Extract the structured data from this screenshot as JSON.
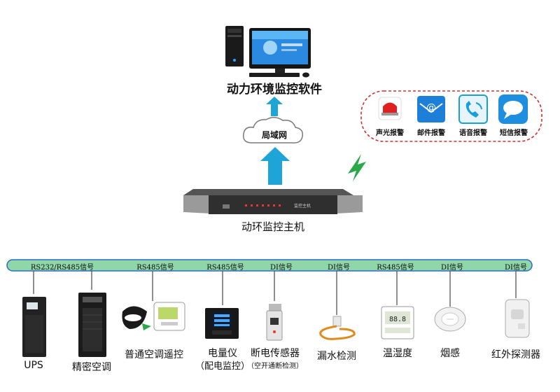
{
  "software": {
    "title": "动力环境监控软件"
  },
  "network": {
    "label": "局域网"
  },
  "host": {
    "label": "动环监控主机",
    "panel_text": "监控主机"
  },
  "alarms": [
    {
      "label": "声光报警",
      "icon": "alarm-light-icon",
      "color": "#e02020"
    },
    {
      "label": "邮件报警",
      "icon": "mail-icon",
      "color": "#1e7fd8"
    },
    {
      "label": "语音报警",
      "icon": "phone-icon",
      "color": "#1aa0d8"
    },
    {
      "label": "短信报警",
      "icon": "sms-icon",
      "color": "#1e8fe0"
    }
  ],
  "bus": {
    "signals": [
      "RS232/RS485信号",
      "RS485信号",
      "RS485信号",
      "DI信号",
      "DI信号",
      "RS485信号",
      "DI信号",
      "DI信号"
    ]
  },
  "devices": [
    {
      "name": "UPS"
    },
    {
      "name": "精密空调"
    },
    {
      "name": "普通空调遥控"
    },
    {
      "name": "电量仪",
      "sub": "（配电监控）"
    },
    {
      "name": "断电传感器",
      "sub": "（空开通断检测）"
    },
    {
      "name": "漏水检测"
    },
    {
      "name": "温湿度"
    },
    {
      "name": "烟感"
    },
    {
      "name": "红外探测器"
    }
  ],
  "colors": {
    "arrow": "#1fa4d8",
    "bus": "#8fd6a8",
    "bus_border": "#2b6cc4",
    "alarm_border": "#d03030",
    "wireless": "#2aa84a"
  }
}
